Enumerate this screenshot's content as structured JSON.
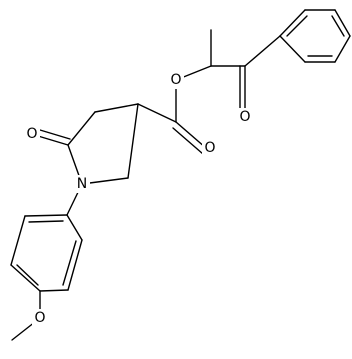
{
  "molecule": {
    "atoms": {
      "ester_o": "O",
      "carbonyl_o_ester": "O",
      "ketone_o": "O",
      "lactam_o": "O",
      "n": "N",
      "methoxy_o": "O"
    }
  }
}
